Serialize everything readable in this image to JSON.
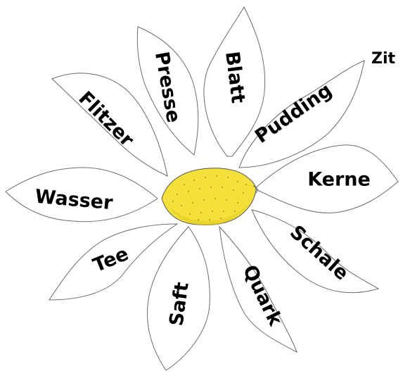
{
  "title": "Zit",
  "center": {
    "label": "lemon-illustration",
    "fill": "#f3e03a",
    "shade": "#e2c91f"
  },
  "petals": [
    {
      "word": "Blatt"
    },
    {
      "word": "Pudding"
    },
    {
      "word": "Kerne"
    },
    {
      "word": "Schale"
    },
    {
      "word": "Quark"
    },
    {
      "word": "Saft"
    },
    {
      "word": "Tee"
    },
    {
      "word": "Wasser"
    },
    {
      "word": "Flitzer"
    },
    {
      "word": "Presse"
    }
  ]
}
